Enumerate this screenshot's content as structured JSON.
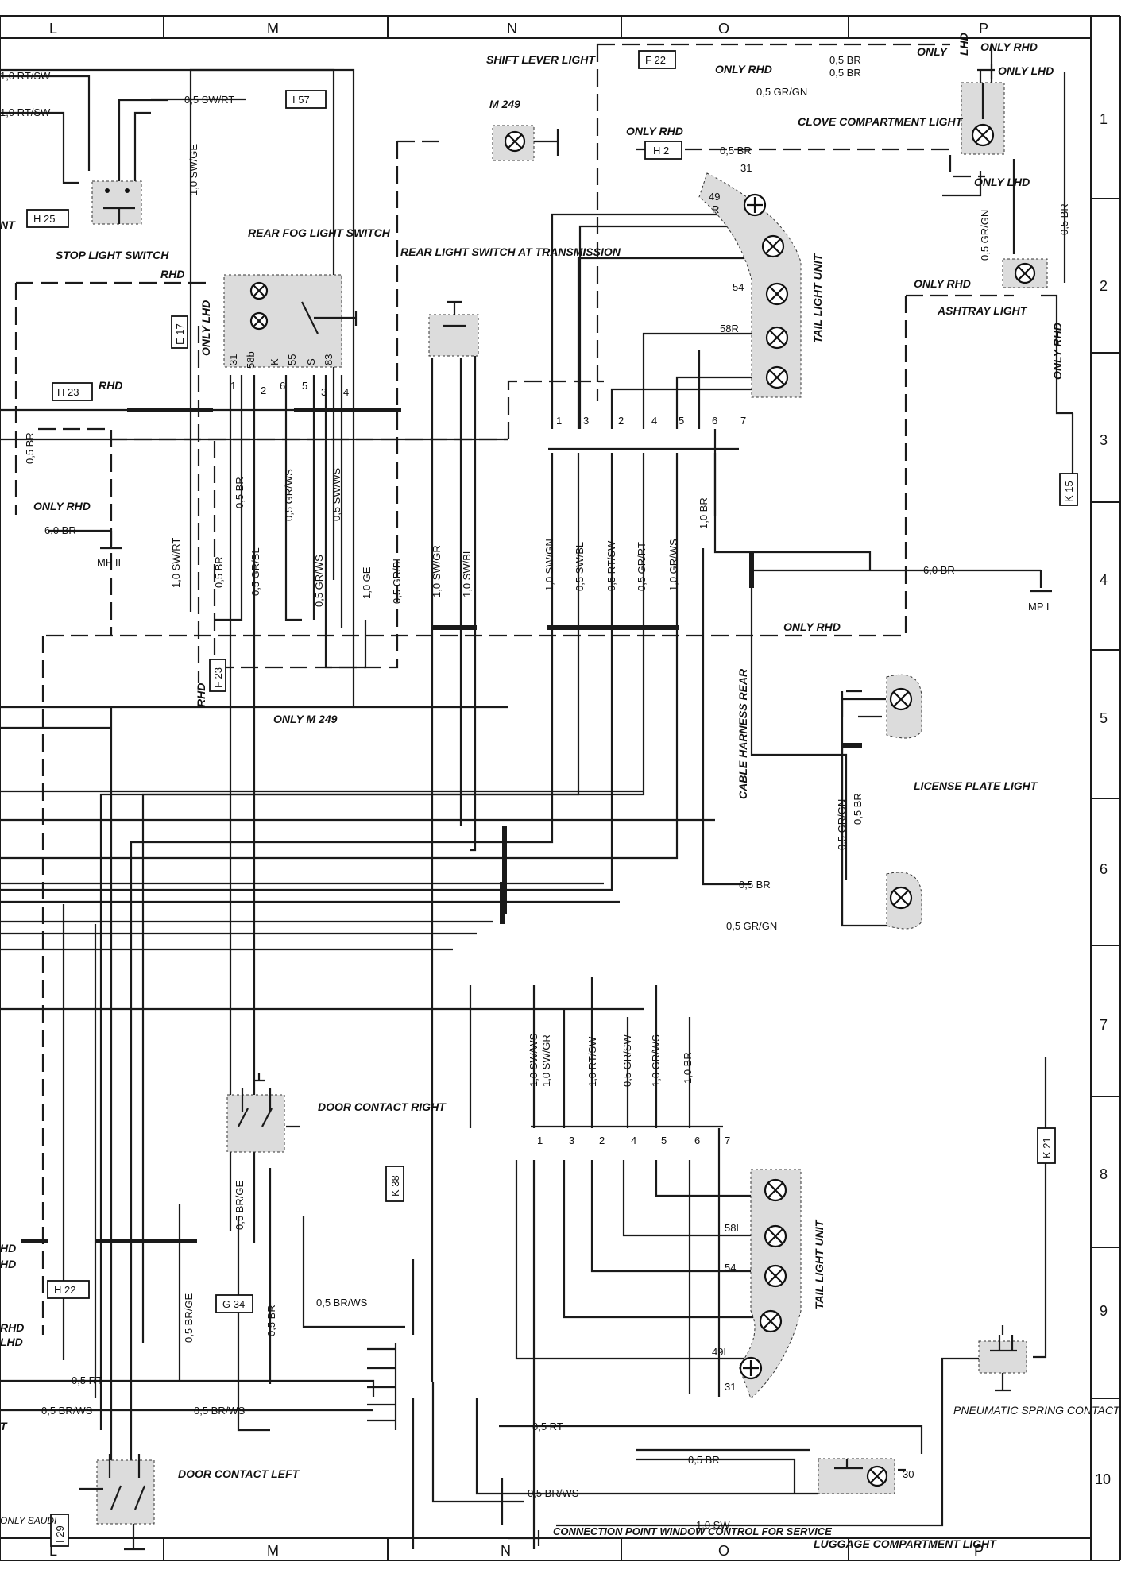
{
  "columns": [
    "L",
    "M",
    "N",
    "O",
    "P"
  ],
  "rows": [
    "1",
    "2",
    "3",
    "4",
    "5",
    "6",
    "7",
    "8",
    "9",
    "10"
  ],
  "components": {
    "shift_lever_light": "SHIFT LEVER LIGHT",
    "shift_lever_code": "M 249",
    "clove_compartment_light": "CLOVE COMPARTMENT LIGHT",
    "stop_light_switch": "STOP LIGHT SWITCH",
    "rear_fog_light_switch": "REAR FOG LIGHT SWITCH",
    "rear_light_switch": "REAR LIGHT SWITCH AT TRANSMISSION",
    "tail_light_unit_top": "TAIL LIGHT UNIT",
    "tail_light_unit_bottom": "TAIL LIGHT UNIT",
    "ashtray_light": "ASHTRAY LIGHT",
    "license_plate_light": "LICENSE PLATE LIGHT",
    "cable_harness_rear": "CABLE HARNESS REAR",
    "door_contact_right": "DOOR CONTACT RIGHT",
    "door_contact_left": "DOOR CONTACT LEFT",
    "pneumatic_spring_contact": "PNEUMATIC SPRING CONTACT",
    "connection_point": "CONNECTION POINT WINDOW CONTROL FOR SERVICE",
    "luggage_light": "LUGGAGE COMPARTMENT LIGHT"
  },
  "boxes": {
    "f22": "F 22",
    "h2": "H 2",
    "i57": "I 57",
    "h25": "H 25",
    "e17": "E 17",
    "h23": "H 23",
    "f23": "F 23",
    "k15": "K 15",
    "k38": "K 38",
    "k21": "K 21",
    "g34": "G 34",
    "h22": "H 22",
    "i29": "I 29",
    "mp1": "MP I",
    "mp2": "MP II"
  },
  "notes": {
    "only_rhd": "ONLY RHD",
    "only_lhd": "ONLY LHD",
    "only": "ONLY",
    "lhd": "LHD",
    "rhd": "RHD",
    "only_rhd_2": "ONLY RHD",
    "only_m249": "ONLY M 249",
    "hd": "HD",
    "only_saudi": "ONLY SAUDI",
    "nt": "NT",
    "t": "T"
  },
  "wires": {
    "w01": "1,0 RT/SW",
    "w02": "1,0 RT/SW",
    "w03": "0,5 SW/RT",
    "w04": "1,0 SW/GE",
    "w05": "0,5 BR",
    "w06": "0,5 BR",
    "w07": "0,5 GR/GN",
    "w08": "0,5 BR",
    "w09": "0,5 BR",
    "w10": "0,5 GR/GN",
    "w11": "6,0 BR",
    "w12": "0,5 BR",
    "w13": "1,0 SW/RT",
    "w14": "0,5 BR",
    "w15": "0,5 BR",
    "w16": "0,5 GR/BL",
    "w17": "0,5 GR/WS",
    "w18": "0,5 GR/WS",
    "w19": "0,5 SW/WS",
    "w20": "1,0 GE",
    "w21": "0,5 GR/BL",
    "w22": "1,0 SW/GR",
    "w23": "1,0 SW/BL",
    "w24": "1,0 SW/GN",
    "w25": "0,5 SW/BL",
    "w26": "0,5 RT/SW",
    "w27": "0,5 GR/RT",
    "w28": "1,0 GR/WS",
    "w29": "1,0 BR",
    "w30": "6,0 BR",
    "w31": "0,5 GR/GN",
    "w32": "0,5 BR",
    "w33": "0,5 BR",
    "w34": "0,5 GR/GN",
    "w35": "1,0 SW/WS",
    "w36": "1,0 SW/GR",
    "w37": "1,0 RT/SW",
    "w38": "0,5 GR/SW",
    "w39": "1,0 GR/WS",
    "w40": "1,0 BR",
    "w41": "0,5 BR/GE",
    "w42": "0,5 BR/GE",
    "w43": "0,5 BR",
    "w44": "0,5 BR/WS",
    "w45": "0,5 RT",
    "w46": "0,5 BR/WS",
    "w47": "0,5 BR/WS",
    "w48": "0,5 RT",
    "w49": "0,5 BR",
    "w50": "0,5 BR/WS",
    "w51": "1,0 SW"
  },
  "pins": {
    "s31": "31",
    "s58b": "58b",
    "sK": "K",
    "s55": "55",
    "sS": "S",
    "s83": "83",
    "p1": "1",
    "p2": "2",
    "p6": "6",
    "p5": "5",
    "p3": "3",
    "p4": "4",
    "t31": "31",
    "t49": "49",
    "tR": "R",
    "t54": "54",
    "t58r": "58R",
    "b58l": "58L",
    "b54": "54",
    "b49l": "49L",
    "b31": "31",
    "l30": "30"
  },
  "connector_pins": [
    "1",
    "3",
    "2",
    "4",
    "5",
    "6",
    "7"
  ]
}
